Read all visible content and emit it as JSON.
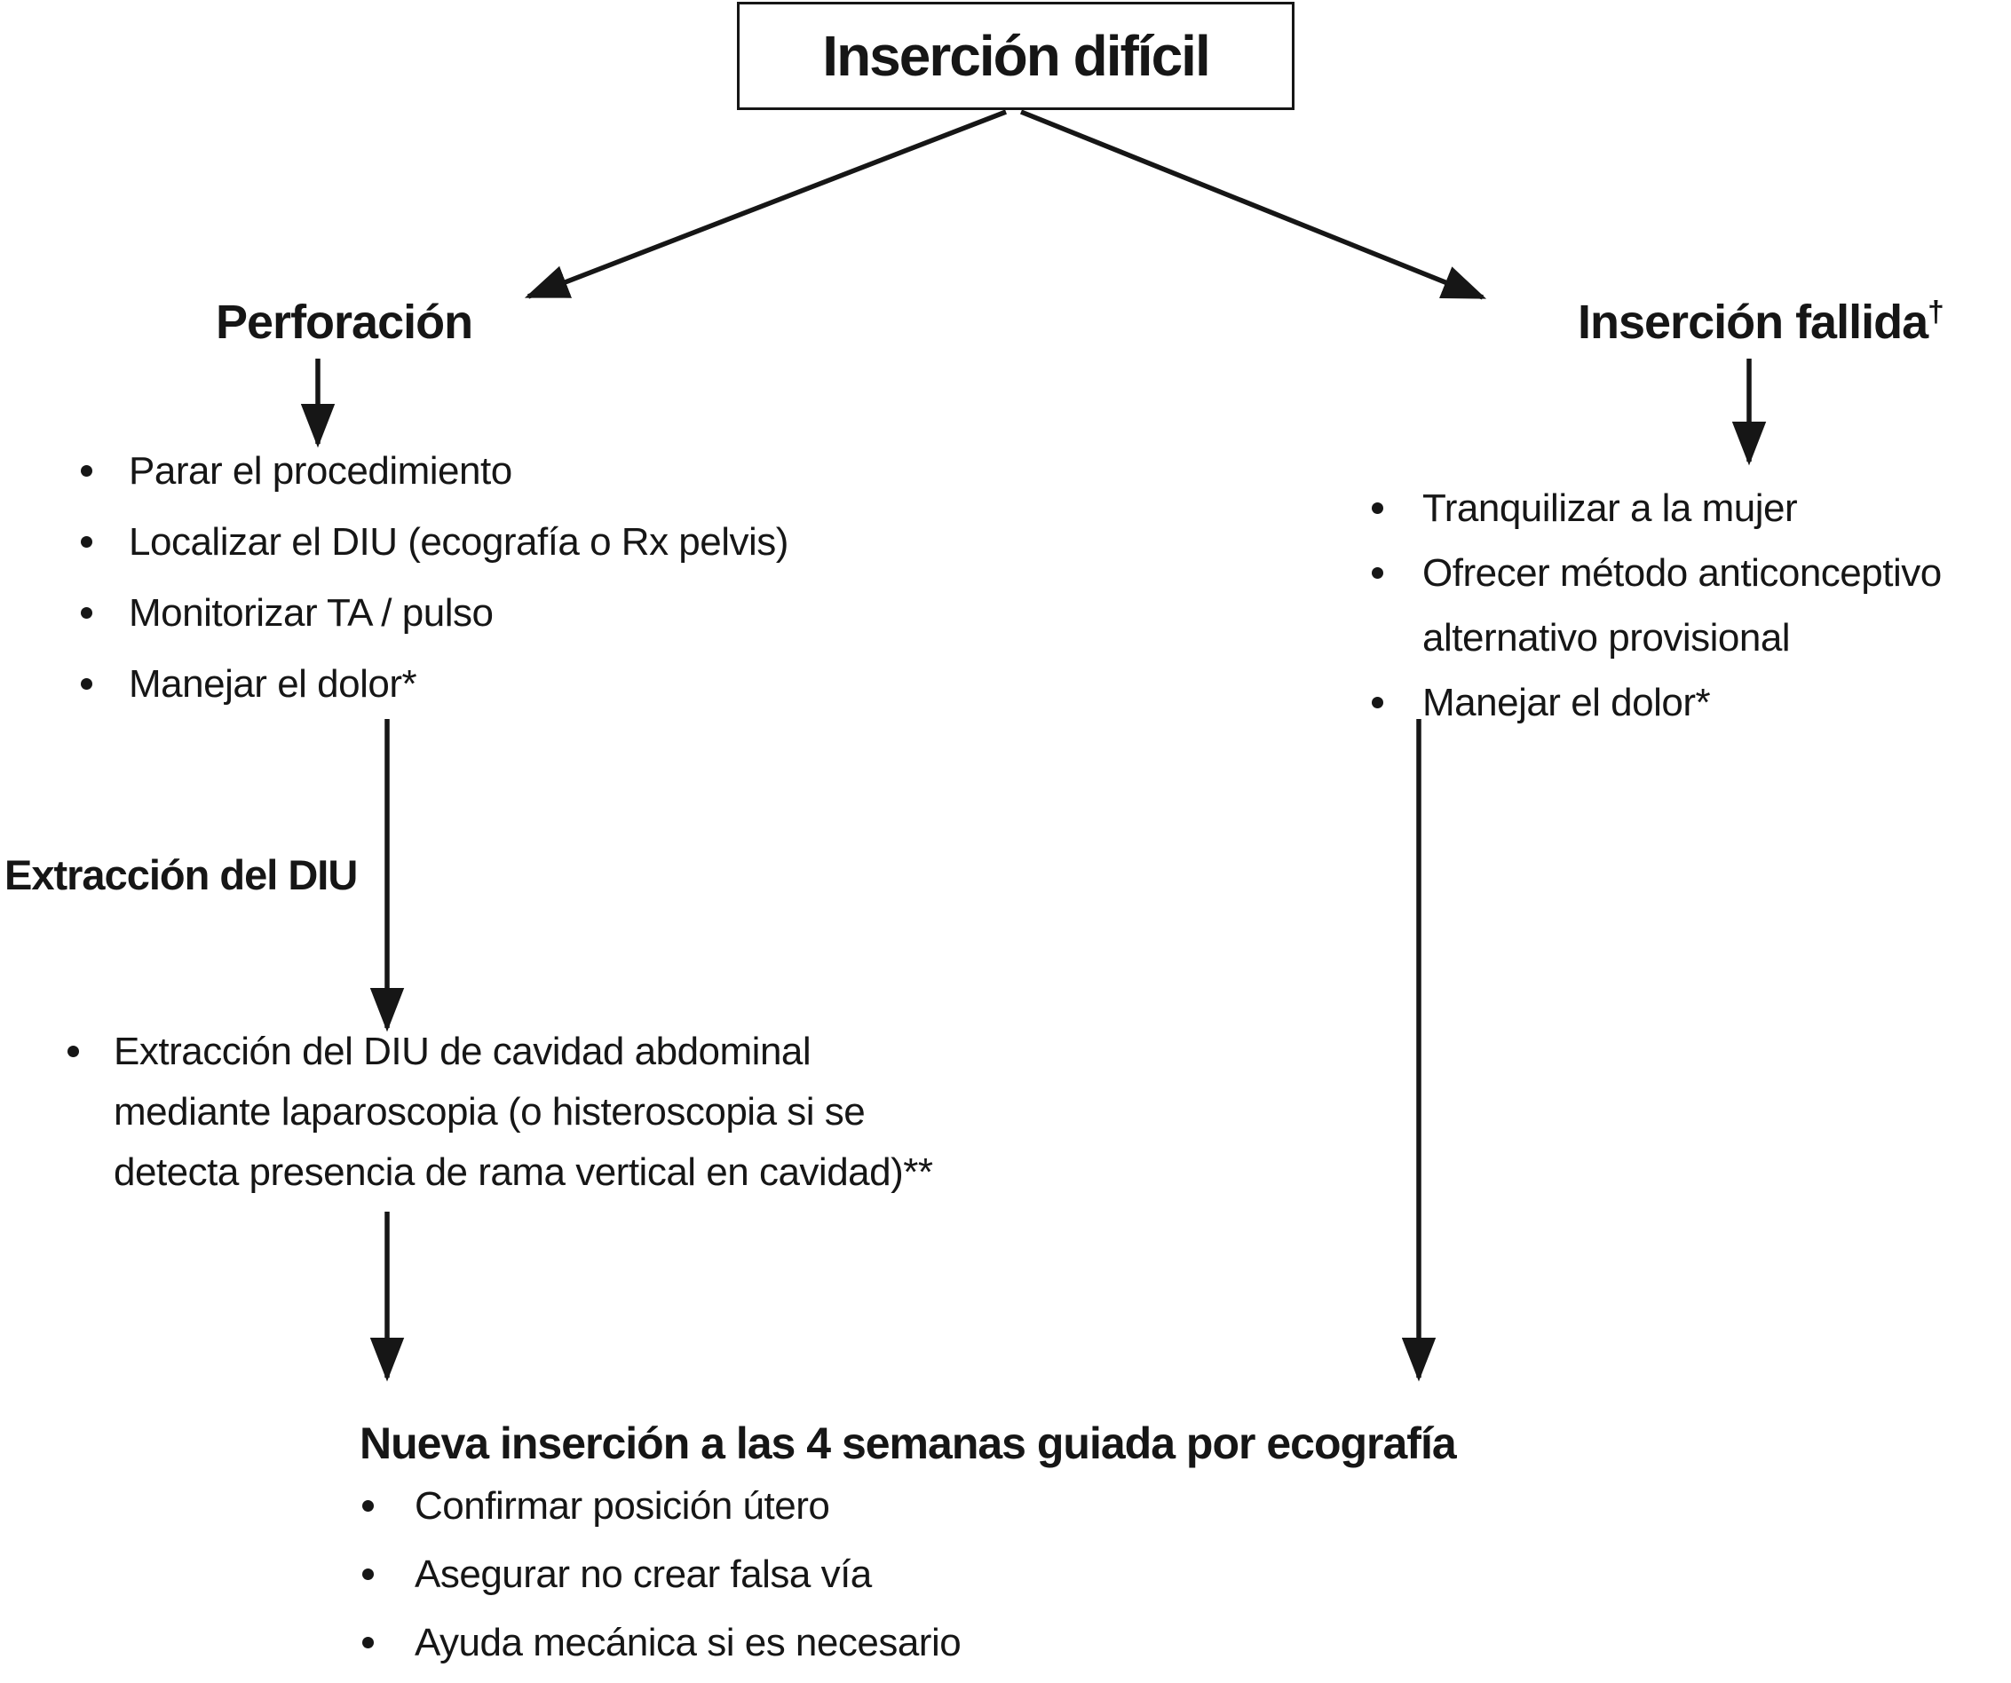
{
  "title": "Inserción difícil",
  "colors": {
    "ink": "#161616",
    "background": "#ffffff"
  },
  "branches": {
    "left": {
      "label": "Perforación",
      "bullets": [
        "Parar el procedimiento",
        "Localizar el DIU (ecografía o Rx pelvis)",
        "Monitorizar TA / pulso",
        "Manejar el dolor*"
      ]
    },
    "right": {
      "label": "Inserción fallida",
      "label_superscript": "†",
      "bullets": [
        "Tranquilizar a la mujer",
        "Ofrecer método anticonceptivo\nalternativo provisional",
        "Manejar el dolor*"
      ]
    }
  },
  "extraction": {
    "label": "Extracción del DIU",
    "bullet": "Extracción del DIU de cavidad abdominal\nmediante laparoscopia (o histeroscopia si se\ndetecta presencia de rama vertical en cavidad)**"
  },
  "reinsertion": {
    "heading": "Nueva inserción a las 4 semanas guiada por ecografía",
    "bullets": [
      "Confirmar posición útero",
      "Asegurar no crear falsa vía",
      "Ayuda mecánica si es necesario"
    ]
  }
}
